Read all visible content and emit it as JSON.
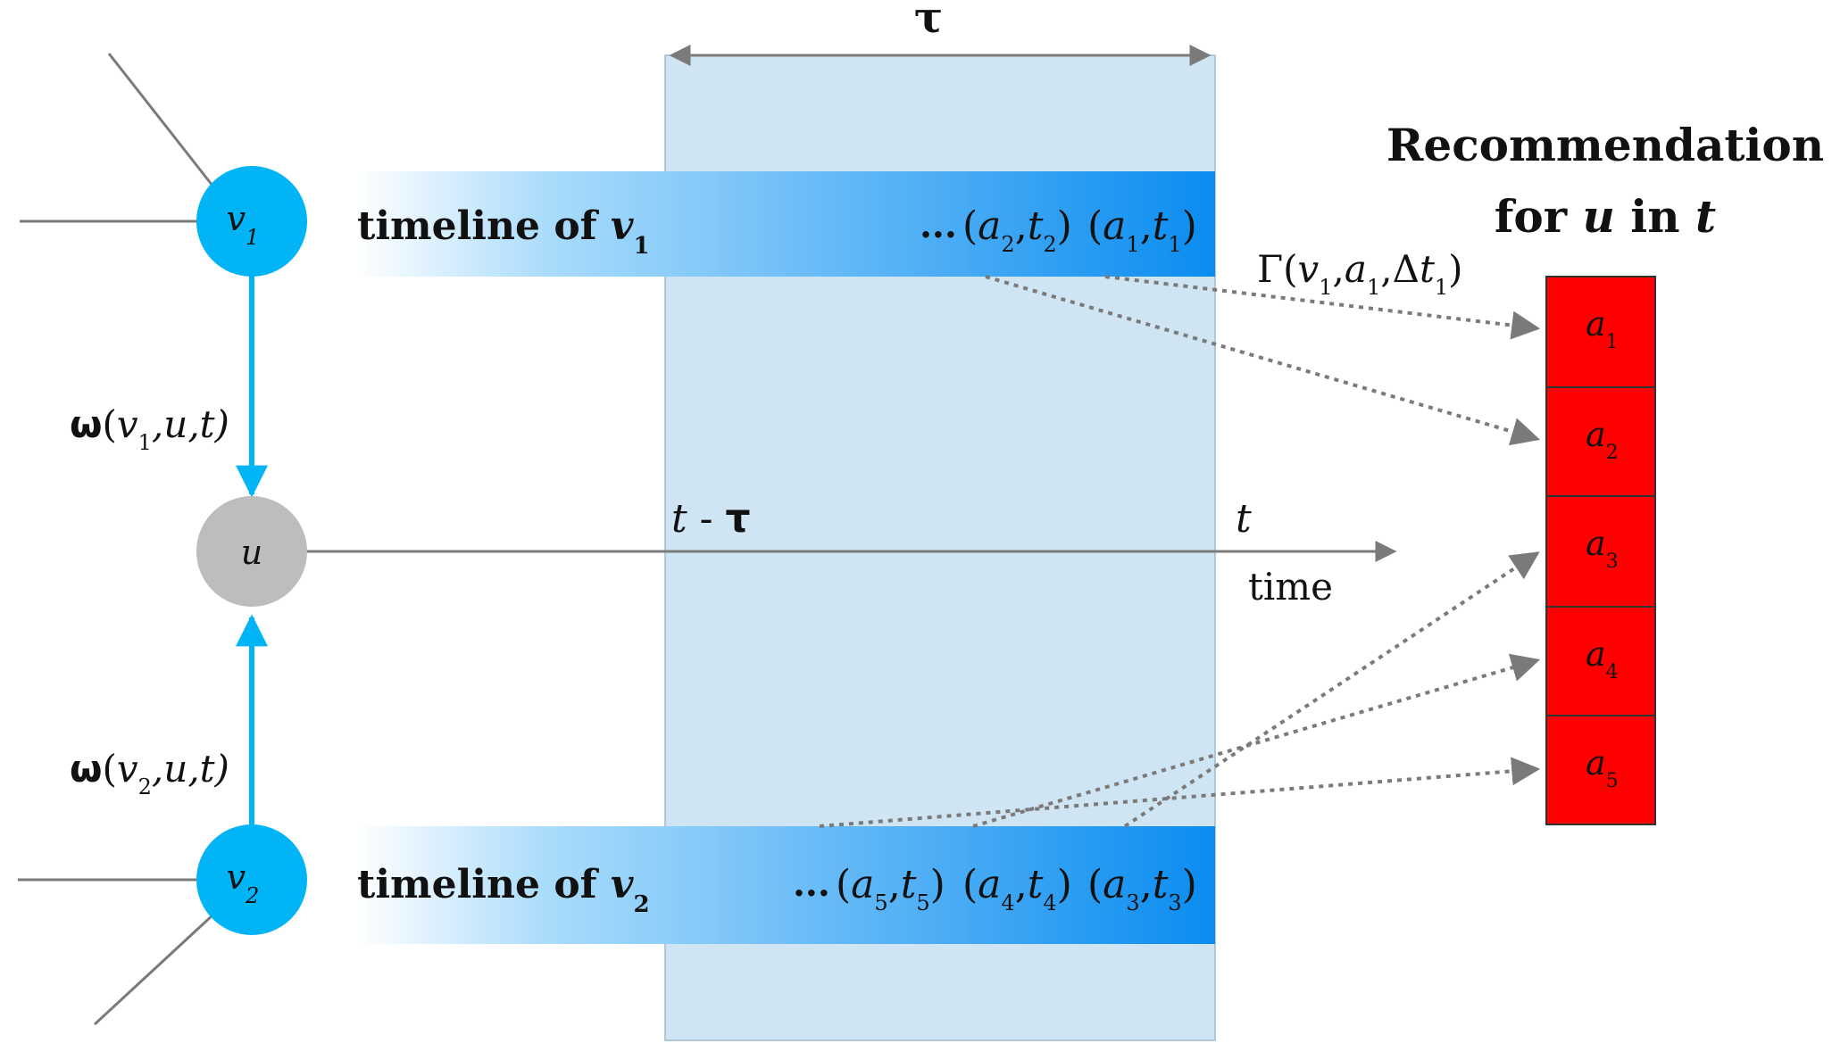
{
  "window_label": {
    "symbol": "τ"
  },
  "timelines": [
    {
      "label_prefix": "timeline of ",
      "node": "v",
      "node_sub": "1",
      "events": [
        {
          "a": "2",
          "t": "2"
        },
        {
          "a": "1",
          "t": "1"
        }
      ]
    },
    {
      "label_prefix": "timeline of ",
      "node": "v",
      "node_sub": "2",
      "events": [
        {
          "a": "5",
          "t": "5"
        },
        {
          "a": "4",
          "t": "4"
        },
        {
          "a": "3",
          "t": "3"
        }
      ]
    }
  ],
  "ellipsis": "...",
  "nodes": {
    "v1": {
      "name": "v",
      "sub": "1"
    },
    "v2": {
      "name": "v",
      "sub": "2"
    },
    "u": {
      "name": "u"
    }
  },
  "weights": {
    "w1": {
      "omega": "ω",
      "args_pre": "(",
      "v": "v",
      "sub": "1",
      "rest": ",u,t)"
    },
    "w2": {
      "omega": "ω",
      "args_pre": "(",
      "v": "v",
      "sub": "2",
      "rest": ",u,t)"
    }
  },
  "time_axis": {
    "start_label_t": "t",
    "start_label_dash": " - ",
    "start_label_tau": "τ",
    "end_label": "t",
    "axis_label": "time"
  },
  "gamma_label": {
    "gamma": "Γ(",
    "v": "v",
    "v_sub": "1",
    "a": "a",
    "a_sub": "1",
    "delta": "Δ",
    "t": "t",
    "t_sub": "1",
    "close": ")"
  },
  "recommendation": {
    "title_line1": "Recommendation",
    "title_line2_a": "for ",
    "title_line2_u": "u",
    "title_line2_b": " in ",
    "title_line2_t": "t",
    "items": [
      {
        "name": "a",
        "sub": "1"
      },
      {
        "name": "a",
        "sub": "2"
      },
      {
        "name": "a",
        "sub": "3"
      },
      {
        "name": "a",
        "sub": "4"
      },
      {
        "name": "a",
        "sub": "5"
      }
    ]
  },
  "colors": {
    "node_blue": "#00b4f5",
    "node_gray": "#bdbdbd",
    "window_fill": "#cfe5f3",
    "timeline_dark": "#0a8cf0",
    "rec_red": "#ff0000",
    "arrow_gray": "#7a7a7a"
  }
}
